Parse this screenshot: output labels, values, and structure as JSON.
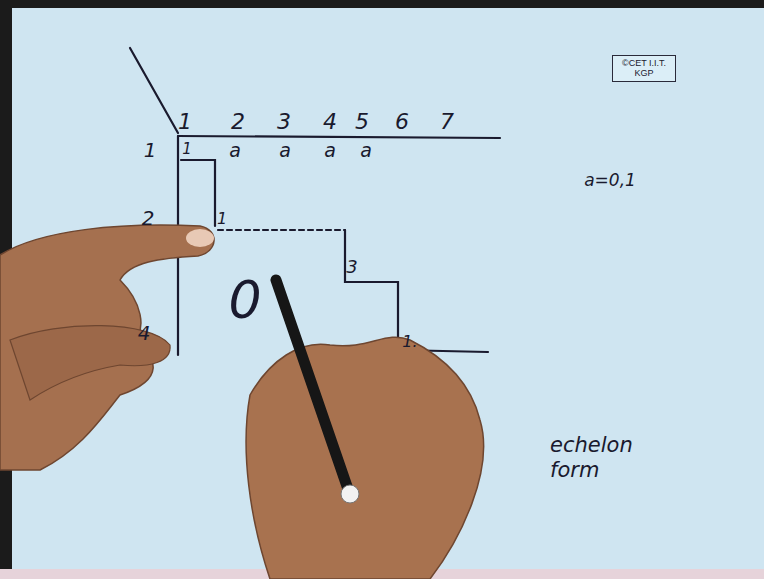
{
  "diagram": {
    "nodes": [
      {
        "text": [
          "©CET I.I.T. KGP"
        ]
      }
    ],
    "labels": [
      "1",
      "2",
      "3",
      "4",
      "5",
      "6",
      "7",
      "1",
      "2",
      "4",
      "1",
      "a",
      "a",
      "a",
      "a",
      "1",
      "3",
      "1.",
      "0",
      "a=0,1",
      "echelon form"
    ]
  }
}
